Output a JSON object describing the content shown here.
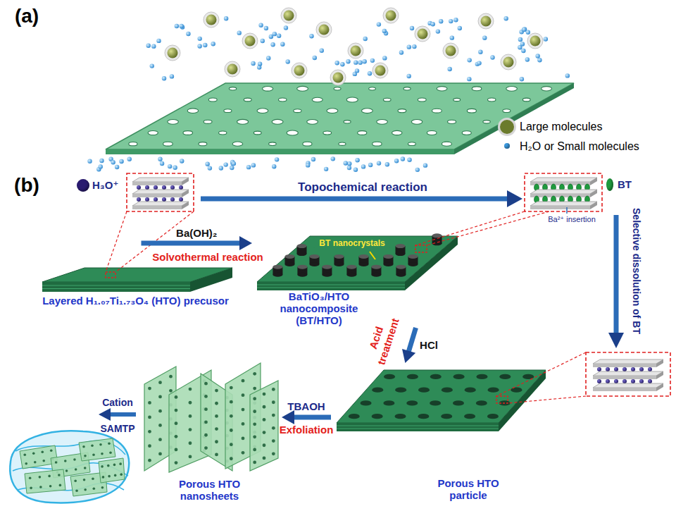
{
  "diagram": {
    "nodes": [
      {
        "text": [
          "Layered H₁.₀₇Ti₁.₇₃O₄ (HTO) precusor"
        ]
      },
      {
        "text": [
          "BaTiO₃/HTO nanocomposite (BT/HTO)"
        ]
      },
      {
        "text": [
          "Porous HTO particle"
        ]
      },
      {
        "text": [
          "Porous HTO nanosheets"
        ]
      }
    ],
    "edges": [
      {
        "from": 0,
        "to": 1,
        "label": "Ba(OH)₂",
        "arrow": "to"
      },
      {
        "from": 1,
        "to": 2,
        "label": "HCl",
        "arrow": "to"
      },
      {
        "from": 2,
        "to": 3,
        "label": "TBAOH",
        "arrow": "to"
      }
    ],
    "labels": [
      "(a)",
      "(b)",
      "Topochemical reaction",
      "Ba²⁺ insertion",
      "Selective dissolution of BT",
      "Solvothermal reaction",
      "BT nanocrystals",
      "Acid treatment",
      "Exfoliation",
      "Cation",
      "SAMTP"
    ],
    "legend": [
      {
        "text": "Large molecules",
        "color": "#6b7b2c"
      },
      {
        "text": "H₂O or Small molecules",
        "color": "#3d9be0"
      },
      {
        "text": "H₃O⁺",
        "color": "#2a1b70"
      },
      {
        "text": "BT",
        "color": "#1f9a3e"
      }
    ]
  }
}
